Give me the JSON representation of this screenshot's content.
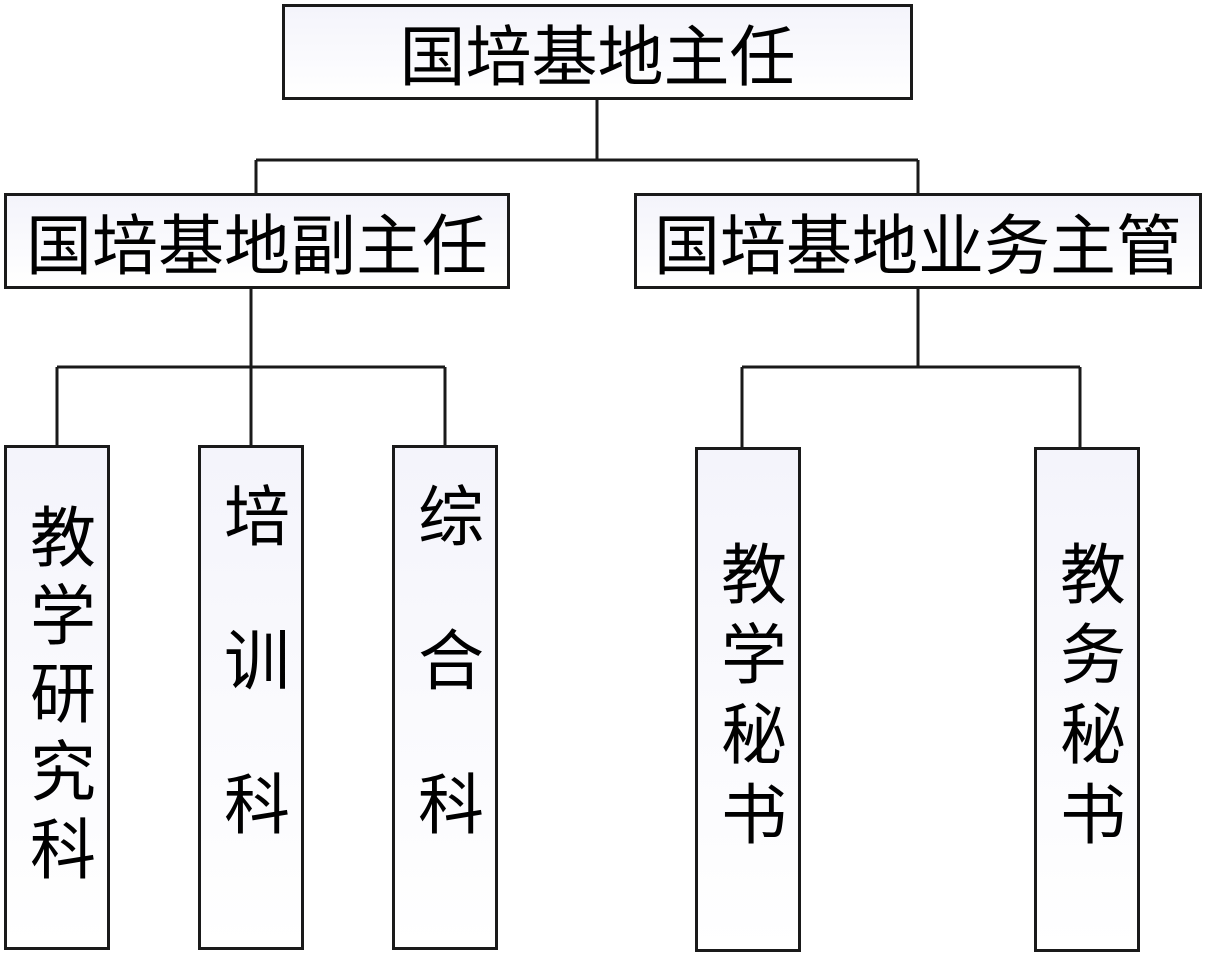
{
  "org_chart": {
    "director": "国培基地主任",
    "deputy_director": "国培基地副主任",
    "business_supervisor": "国培基地业务主管",
    "teaching_research_section": "教学研究科",
    "training_section": "培训科",
    "general_section": "综合科",
    "teaching_secretary": "教学秘书",
    "academic_affairs_secretary": "教务秘书"
  },
  "colors": {
    "box_border": "#1a1a1a",
    "box_fill_top": "#f4f4fb",
    "line": "#1a1a1a",
    "text": "#000000"
  }
}
